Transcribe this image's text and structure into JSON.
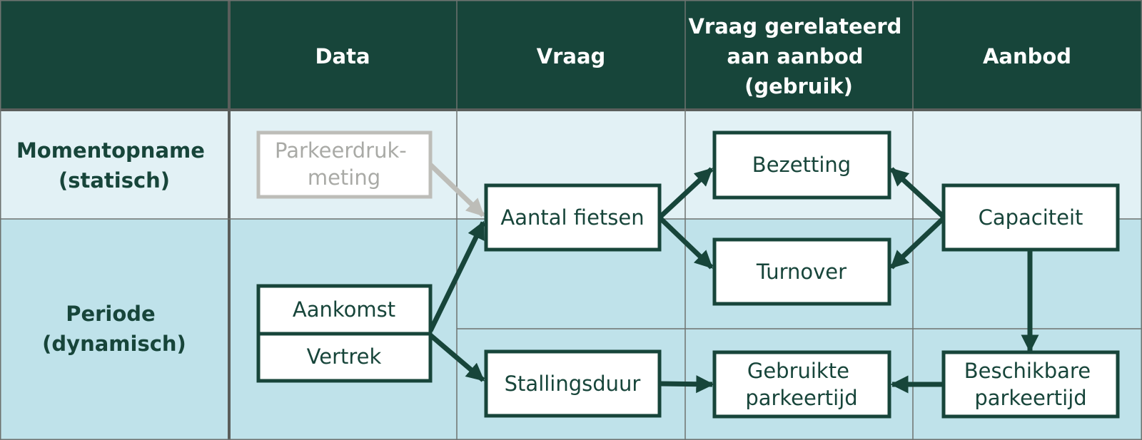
{
  "colors": {
    "header_bg": "#17453a",
    "row_light": "#e2f1f5",
    "row_mid": "#bfe2ea",
    "accent": "#17453a",
    "muted": "#bdbdb8"
  },
  "header": {
    "columns": [
      {
        "lines": [
          "Data"
        ]
      },
      {
        "lines": [
          "Vraag"
        ]
      },
      {
        "lines": [
          "Vraag gerelateerd",
          "aan aanbod",
          "(gebruik)"
        ]
      },
      {
        "lines": [
          "Aanbod"
        ]
      }
    ]
  },
  "rows": [
    {
      "lines": [
        "Momentopname",
        "(statisch)"
      ]
    },
    {
      "lines": [
        "Periode",
        "(dynamisch)"
      ]
    }
  ],
  "boxes": {
    "parkeerdruk": [
      "Parkeerdruk-",
      "meting"
    ],
    "aankomst": [
      "Aankomst"
    ],
    "vertrek": [
      "Vertrek"
    ],
    "aantal_fietsen": [
      "Aantal fietsen"
    ],
    "stallingsduur": [
      "Stallingsduur"
    ],
    "bezetting": [
      "Bezetting"
    ],
    "turnover": [
      "Turnover"
    ],
    "gebruikte": [
      "Gebruikte",
      "parkeertijd"
    ],
    "capaciteit": [
      "Capaciteit"
    ],
    "beschikbare": [
      "Beschikbare",
      "parkeertijd"
    ]
  }
}
